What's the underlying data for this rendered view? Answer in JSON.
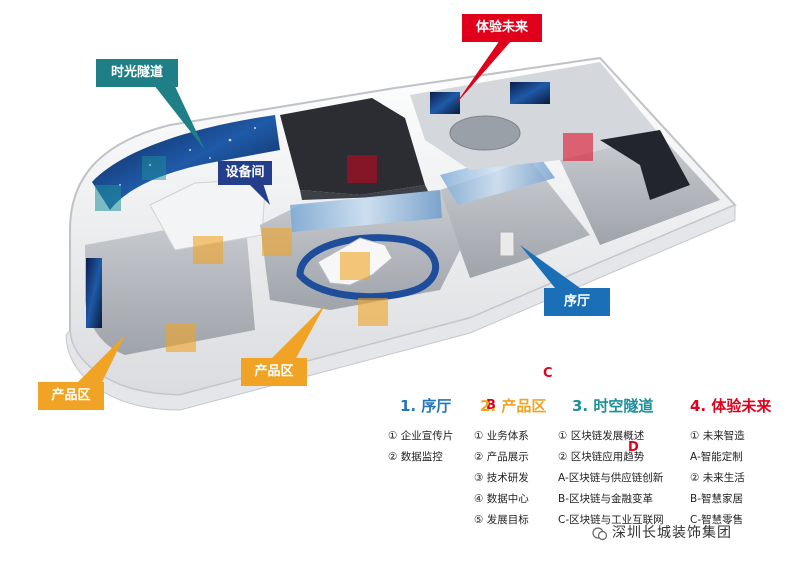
{
  "callouts": {
    "experience": "体验未来",
    "tunnel": "时光隧道",
    "device_room": "设备间",
    "lobby": "序厅",
    "product_zone_center": "产品区",
    "product_zone_left": "产品区"
  },
  "markers": {
    "c": "C",
    "b": "B",
    "d": "D"
  },
  "legend": {
    "lobby": {
      "title": "1. 序厅",
      "items": [
        "① 企业宣传片",
        "② 数据监控"
      ]
    },
    "product": {
      "title": "2. 产品区",
      "items": [
        "① 业务体系",
        "② 产品展示",
        "③ 技术研发",
        "④ 数据中心",
        "⑤ 发展目标"
      ]
    },
    "tunnel": {
      "title": "3. 时空隧道",
      "items": [
        "① 区块链发展概述",
        "② 区块链应用趋势",
        "A-区块链与供应链创新",
        "B-区块链与金融变革",
        "C-区块链与工业互联网"
      ]
    },
    "experience": {
      "title": "4. 体验未来",
      "items": [
        "① 未来智造",
        "A-智能定制",
        "② 未来生活",
        "B-智慧家居",
        "C-智慧零售"
      ]
    }
  },
  "watermark": "深圳长城装饰集团",
  "colors": {
    "red": "#e0001b",
    "teal": "#1e7f86",
    "navy": "#233e8b",
    "blue": "#1a6fb6",
    "orange": "#f0a324",
    "legend_blue": "#2475b8",
    "legend_orange": "#f0a324",
    "legend_teal": "#1e8f99",
    "legend_red": "#e0001b"
  }
}
